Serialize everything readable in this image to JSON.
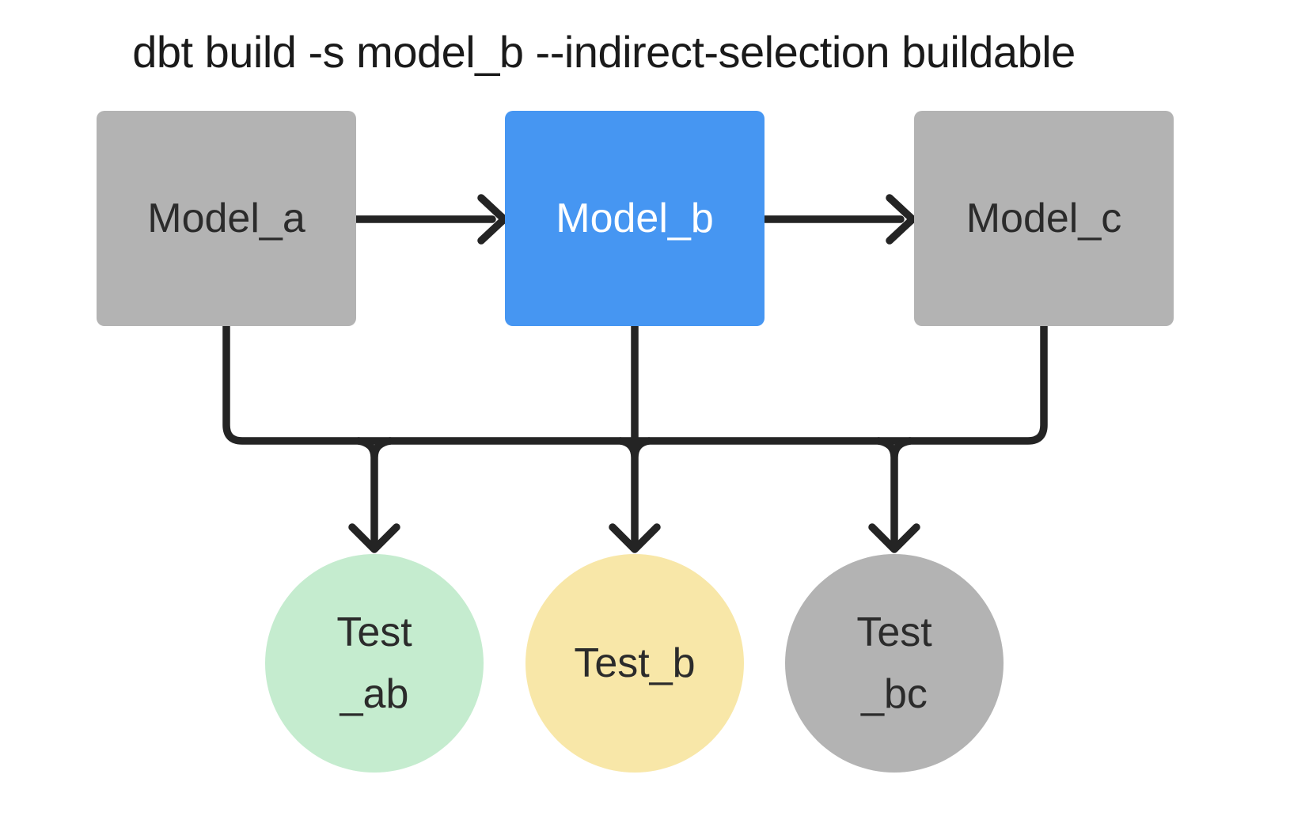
{
  "title": "dbt build -s model_b --indirect-selection buildable",
  "colors": {
    "background": "#ffffff",
    "title_text": "#1a1a1a",
    "line": "#242424"
  },
  "nodes": [
    {
      "id": "model_a",
      "label": "Model_a",
      "shape": "rect",
      "fill": "#b3b3b3",
      "text_color": "#2b2b2b",
      "selected": false
    },
    {
      "id": "model_b",
      "label": "Model_b",
      "shape": "rect",
      "fill": "#4696f2",
      "text_color": "#ffffff",
      "selected": true
    },
    {
      "id": "model_c",
      "label": "Model_c",
      "shape": "rect",
      "fill": "#b3b3b3",
      "text_color": "#2b2b2b",
      "selected": false
    },
    {
      "id": "test_ab",
      "label": "Test\n_ab",
      "shape": "circle",
      "fill": "#c5eccf",
      "text_color": "#2b2b2b",
      "selected": false
    },
    {
      "id": "test_b",
      "label": "Test_b",
      "shape": "circle",
      "fill": "#f8e7a8",
      "text_color": "#2b2b2b",
      "selected": false
    },
    {
      "id": "test_bc",
      "label": "Test\n_bc",
      "shape": "circle",
      "fill": "#b3b3b3",
      "text_color": "#2b2b2b",
      "selected": false
    }
  ],
  "edges": [
    {
      "from": "model_a",
      "to": "model_b",
      "style": "arrow-right"
    },
    {
      "from": "model_b",
      "to": "model_c",
      "style": "arrow-right"
    },
    {
      "from": "model_a",
      "to": "shared-bus",
      "style": "elbow-down"
    },
    {
      "from": "model_b",
      "to": "shared-bus",
      "style": "straight-down"
    },
    {
      "from": "model_c",
      "to": "shared-bus",
      "style": "elbow-down"
    },
    {
      "from": "shared-bus",
      "to": "test_ab",
      "style": "arrow-down"
    },
    {
      "from": "shared-bus",
      "to": "test_b",
      "style": "arrow-down"
    },
    {
      "from": "shared-bus",
      "to": "test_bc",
      "style": "arrow-down"
    }
  ]
}
